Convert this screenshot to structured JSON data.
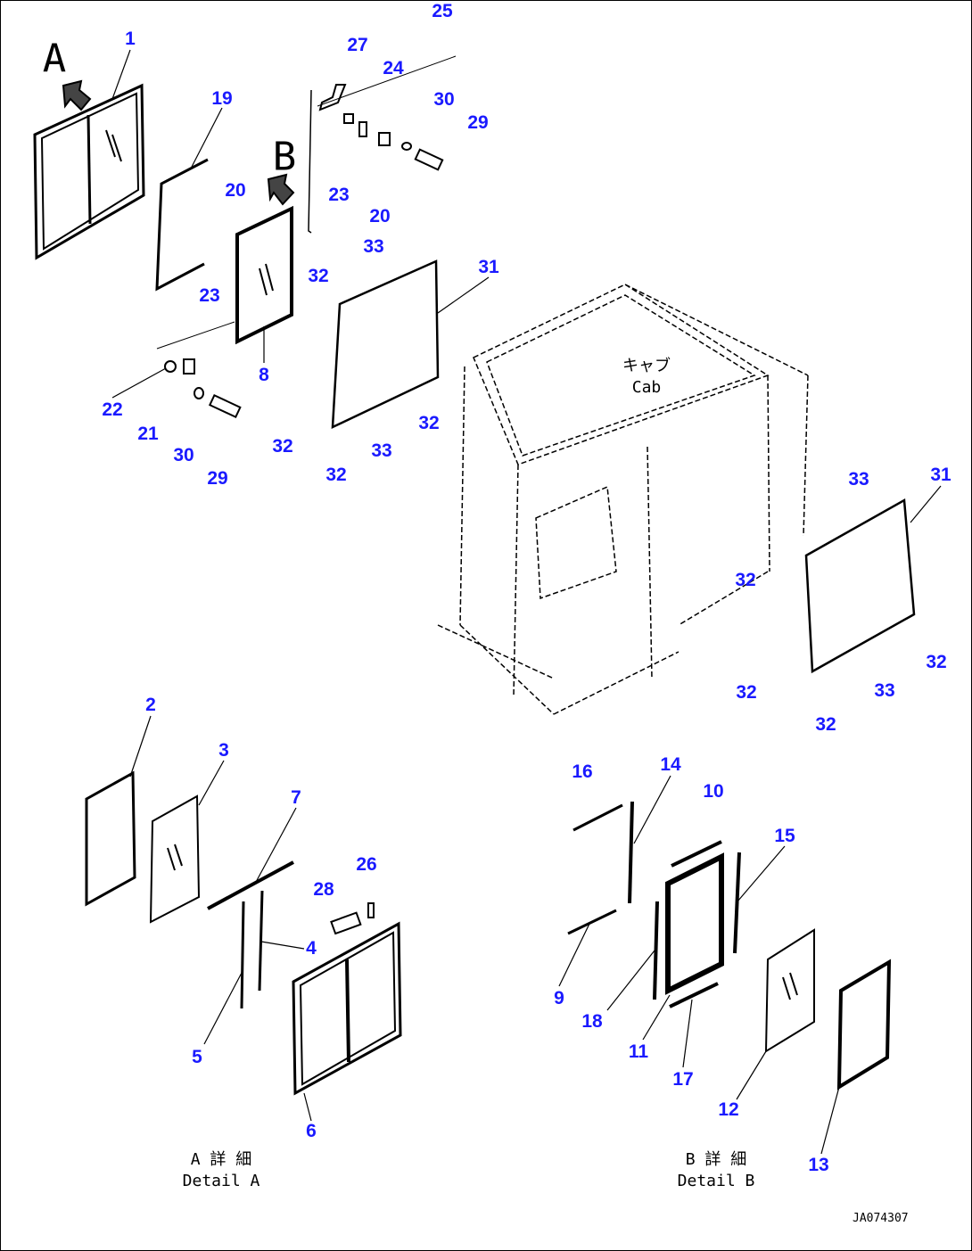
{
  "view_letters": {
    "a": "A",
    "b": "B"
  },
  "cab_label": {
    "jp": "キャブ",
    "en": "Cab"
  },
  "detail_a": {
    "jp": "A 詳 細",
    "en": "Detail A"
  },
  "detail_b": {
    "jp": "B 詳 細",
    "en": "Detail B"
  },
  "drawing_code": "JA074307",
  "callouts": [
    "1",
    "19",
    "27",
    "25",
    "24",
    "30",
    "29",
    "20",
    "23",
    "20",
    "33",
    "31",
    "32",
    "23",
    "8",
    "22",
    "21",
    "30",
    "29",
    "32",
    "32",
    "33",
    "32",
    "33",
    "31",
    "32",
    "32",
    "32",
    "33",
    "32",
    "2",
    "3",
    "7",
    "26",
    "28",
    "4",
    "5",
    "6",
    "16",
    "14",
    "10",
    "15",
    "9",
    "18",
    "11",
    "17",
    "12",
    "13"
  ],
  "colors": {
    "callout": "#1a1aff",
    "line": "#000000"
  }
}
